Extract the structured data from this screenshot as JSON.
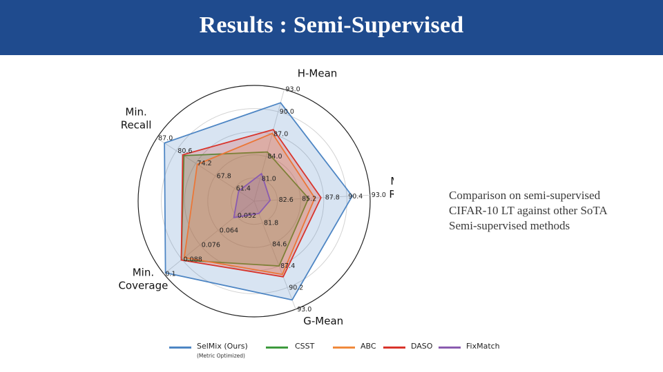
{
  "slide": {
    "title": "Results : Semi-Supervised"
  },
  "caption": {
    "lines": [
      "Comparison on semi-supervised",
      "CIFAR-10 LT against other SoTA",
      "Semi-supervised methods"
    ]
  },
  "chart_data": {
    "type": "radar",
    "axes": [
      {
        "label": [
          "H-Mean"
        ],
        "ticks": [
          "81.0",
          "84.0",
          "87.0",
          "90.0",
          "93.0"
        ],
        "range": [
          78,
          93
        ]
      },
      {
        "label": [
          "Mean",
          "Recall"
        ],
        "ticks": [
          "82.6",
          "85.2",
          "87.8",
          "90.4",
          "93.0"
        ],
        "range": [
          80,
          93
        ]
      },
      {
        "label": [
          "G-Mean"
        ],
        "ticks": [
          "81.8",
          "84.6",
          "87.4",
          "90.2",
          "93.0"
        ],
        "range": [
          79,
          93
        ]
      },
      {
        "label": [
          "Min.",
          "Coverage"
        ],
        "ticks": [
          "0.052",
          "0.064",
          "0.076",
          "0.088",
          "0.1"
        ],
        "range": [
          0.04,
          0.1
        ]
      },
      {
        "label": [
          "Min.",
          "Recall"
        ],
        "ticks": [
          "61.4",
          "67.8",
          "74.2",
          "80.6",
          "87.0"
        ],
        "range": [
          55,
          87
        ]
      }
    ],
    "series": [
      {
        "name": "SelMix (Ours)",
        "sub": "(Metric Optimized)",
        "color": "#4e86c4",
        "values": [
          91.2,
          91.0,
          91.8,
          0.099,
          84.5
        ]
      },
      {
        "name": "CSST",
        "color": "#3d9a3d",
        "values": [
          84.6,
          86.1,
          87.4,
          0.0885,
          78.1
        ]
      },
      {
        "name": "ABC",
        "color": "#f08a3c",
        "values": [
          87.1,
          86.8,
          88.5,
          0.0865,
          73.7
        ]
      },
      {
        "name": "DASO",
        "color": "#d9342b",
        "values": [
          87.6,
          87.5,
          88.8,
          0.0885,
          78.5
        ]
      },
      {
        "name": "FixMatch",
        "color": "#8a5bb0",
        "values": [
          81.7,
          81.8,
          80.6,
          0.0535,
          60.1
        ]
      }
    ]
  }
}
